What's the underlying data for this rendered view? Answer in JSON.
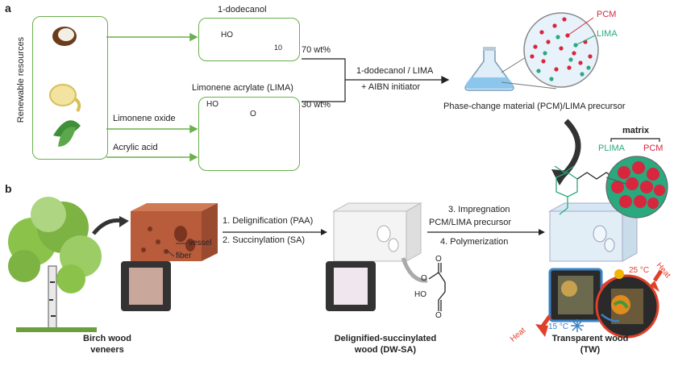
{
  "panel_a": {
    "letter": "a",
    "renewable_label": "Renewable resources",
    "dodecanol_title": "1-dodecanol",
    "dodecanol_ho": "HO",
    "dodecanol_sub": "10",
    "lima_title": "Limonene acrylate (LIMA)",
    "lima_ho": "HO",
    "lima_o": "O",
    "limonene_oxide": "Limonene oxide",
    "acrylic_acid": "Acrylic acid",
    "wt70": "70 wt%",
    "wt30": "30 wt%",
    "mix_line1": "1-dodecanol / LIMA",
    "mix_line2": "+ AIBN initiator",
    "precursor_label": "Phase-change material (PCM)/LIMA precursor",
    "pcm_label": "PCM",
    "lima_label": "LIMA"
  },
  "panel_b": {
    "letter": "b",
    "step1": "1. Delignification (PAA)",
    "step2": "2. Succinylation (SA)",
    "step3a": "3. Impregnation",
    "step3b": "PCM/LIMA precursor",
    "step4": "4. Polymerization",
    "vessel": "vessel",
    "fiber": "fiber",
    "birch_line1": "Birch wood",
    "birch_line2": "veneers",
    "dwsa_line1": "Delignified-succinylated",
    "dwsa_line2": "wood (DW-SA)",
    "tw_line1": "Transparent wood",
    "tw_line2": "(TW)",
    "matrix": "matrix",
    "plima": "PLIMA",
    "pcm": "PCM",
    "temp_hot": "25 °C",
    "temp_cold": "15 °C",
    "heat_right": "Heat",
    "heat_left": "Heat",
    "ho": "HO",
    "o1": "O",
    "o2": "O",
    "o3": "O"
  },
  "colors": {
    "green": "#6ab04c",
    "pcm_red": "#d7263d",
    "lima_teal": "#2aa87e",
    "wood": "#b85c3c",
    "heat_red": "#e0402a",
    "cold_blue": "#3b82c4"
  }
}
